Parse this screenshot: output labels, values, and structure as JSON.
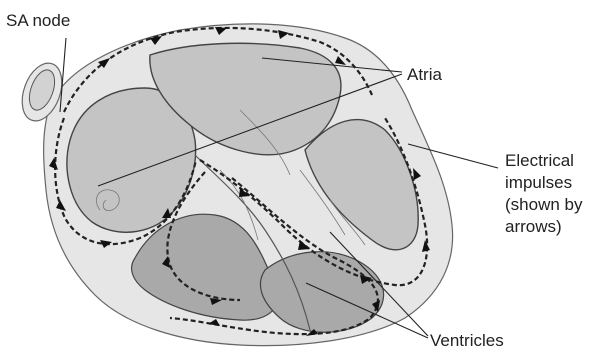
{
  "labels": {
    "sa_node": "SA node",
    "atria": "Atria",
    "electrical_line1": "Electrical",
    "electrical_line2": "impulses",
    "electrical_line3": "(shown by",
    "electrical_line4": "arrows)",
    "ventricles": "Ventricles"
  },
  "colors": {
    "tissue": "#e6e6e6",
    "chamber": "#c4c4c4",
    "impulse_arrows": "#111111"
  }
}
